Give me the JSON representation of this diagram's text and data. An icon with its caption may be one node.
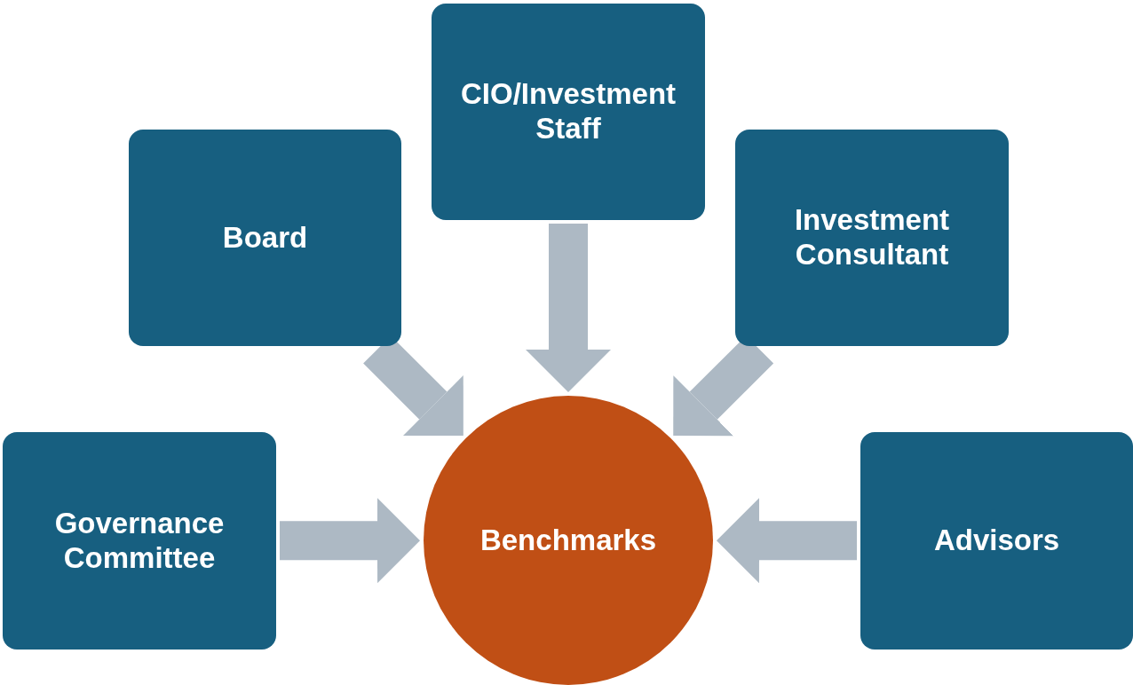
{
  "diagram": {
    "nodes": [
      {
        "text": [
          "CIO/Investment Staff"
        ]
      },
      {
        "text": [
          "Board"
        ]
      },
      {
        "text": [
          "Investment Consultant"
        ]
      },
      {
        "text": [
          "Governance Committee"
        ]
      },
      {
        "text": [
          "Benchmarks"
        ]
      },
      {
        "text": [
          "Advisors"
        ]
      }
    ],
    "edges": [
      {
        "from": 0,
        "to": 4,
        "arrow": "to"
      },
      {
        "from": 1,
        "to": 4,
        "arrow": "to"
      },
      {
        "from": 2,
        "to": 4,
        "arrow": "to"
      },
      {
        "from": 3,
        "to": 4,
        "arrow": "to"
      },
      {
        "from": 5,
        "to": 4,
        "arrow": "to"
      }
    ]
  }
}
